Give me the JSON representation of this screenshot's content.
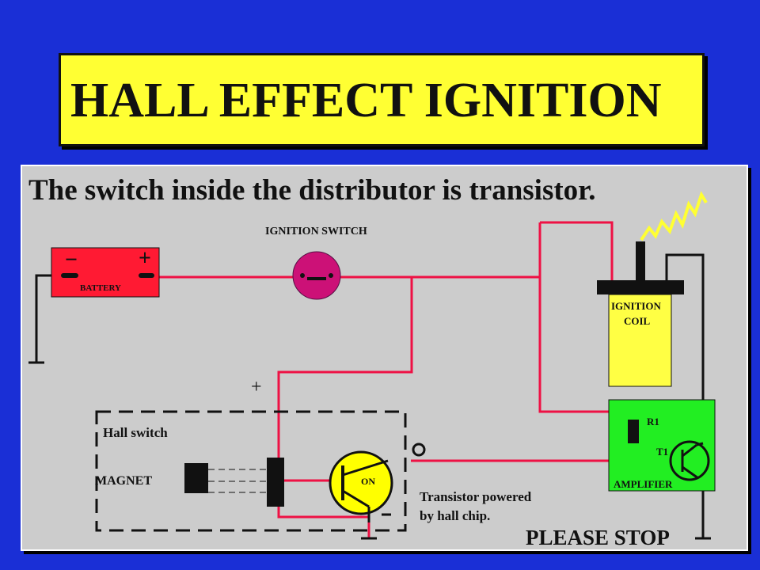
{
  "title": "HALL EFFECT IGNITION",
  "subtitle": "The switch inside the distributor is transistor.",
  "labels": {
    "ignition_switch": "IGNITION SWITCH",
    "battery": "BATTERY",
    "battery_minus": "−",
    "battery_plus": "+",
    "ignition_coil_line1": "IGNITION",
    "ignition_coil_line2": "COIL",
    "r1": "R1",
    "t1": "T1",
    "amplifier": "AMPLIFIER",
    "plus_sign": "+",
    "hall_switch": "Hall switch",
    "magnet": "MAGNET",
    "on": "ON",
    "transistor_powered_line1": "Transistor powered",
    "transistor_powered_line2": "by hall chip.",
    "please_stop": "PLEASE STOP"
  },
  "colors": {
    "background": "#1a2fd6",
    "title_box": "#ffff33",
    "panel": "#cccccc",
    "wire": "#ee1144",
    "battery": "#ff1a33",
    "ignition_switch": "#cc1177",
    "coil": "#ffff44",
    "amplifier": "#22ee22",
    "hall_transistor": "#ffff00"
  }
}
